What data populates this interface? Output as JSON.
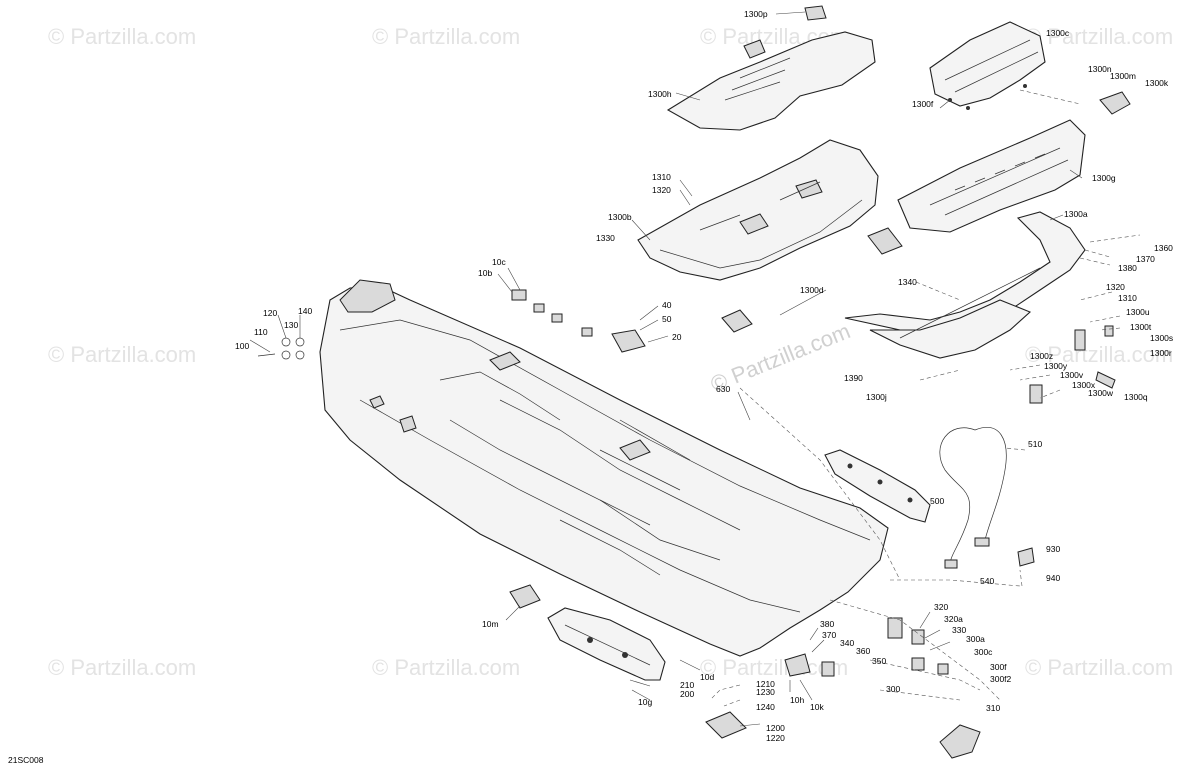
{
  "diagram": {
    "code": "21SC008",
    "watermark_corner": "© Partzilla.com",
    "watermark_center": "© Partzilla.com",
    "callouts": [
      "1300p",
      "1300c",
      "1300h",
      "1300n",
      "1300m",
      "1300k",
      "1300f",
      "1310",
      "1320",
      "1300g",
      "1300b",
      "1300a",
      "1330",
      "1360",
      "1370",
      "1380",
      "10c",
      "10b",
      "40",
      "50",
      "20",
      "120",
      "140",
      "110",
      "130",
      "100",
      "1300d",
      "1340",
      "1320",
      "1310",
      "1300u",
      "1300t",
      "1300s",
      "1300r",
      "1300z",
      "1300y",
      "1300v",
      "1300x",
      "1300w",
      "1300q",
      "1390",
      "1300j",
      "630",
      "510",
      "500",
      "540",
      "930",
      "940",
      "10m",
      "320",
      "320a",
      "330",
      "300a",
      "380",
      "370",
      "340",
      "360",
      "300c",
      "350",
      "300f",
      "300f2",
      "300",
      "310",
      "210",
      "200",
      "10d",
      "1210",
      "1230",
      "1240",
      "10g",
      "10h",
      "10k",
      "1200",
      "1220"
    ]
  }
}
